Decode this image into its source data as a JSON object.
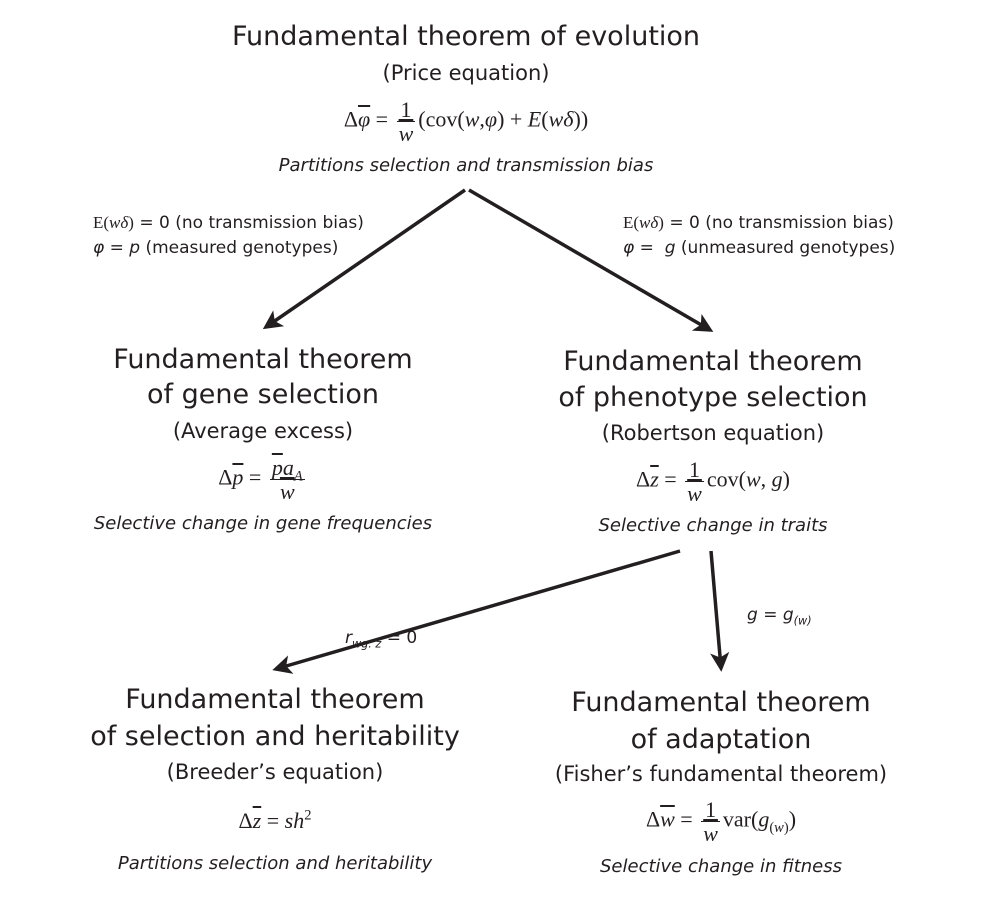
{
  "root": {
    "title": "Fundamental theorem of evolution",
    "subtitle": "(Price equation)",
    "equation": "Δφ̄ = (1/w̄)(cov(w,φ) + E(wδ))",
    "note": "Partitions selection and transmission bias"
  },
  "edge_left": {
    "line1": "E(wδ) = 0 (no transmission bias)",
    "line2": "φ = p (measured genotypes)"
  },
  "edge_right": {
    "line1": "E(wδ) = 0 (no transmission bias)",
    "line2": "φ = g (unmeasured genotypes)"
  },
  "gene": {
    "title_line1": "Fundamental theorem",
    "title_line2": "of gene selection",
    "subtitle": "(Average excess)",
    "equation": "Δp̄ = p̄a_A / w̄",
    "note": "Selective change in gene frequencies"
  },
  "phenotype": {
    "title_line1": "Fundamental theorem",
    "title_line2": "of phenotype selection",
    "subtitle": "(Robertson equation)",
    "equation": "Δz̄ = (1/w̄) cov(w,g)",
    "note": "Selective change in traits"
  },
  "edge_heritability": {
    "label": "r_wg.z = 0"
  },
  "edge_adaptation": {
    "label": "g = g_(w)"
  },
  "heritability": {
    "title_line1": "Fundamental theorem",
    "title_line2": "of selection and heritability",
    "subtitle": "(Breeder’s equation)",
    "equation": "Δz̄ = sh²",
    "note": "Partitions selection and heritability"
  },
  "adaptation": {
    "title_line1": "Fundamental theorem",
    "title_line2": "of adaptation",
    "subtitle": "(Fisher’s fundamental theorem)",
    "equation": "Δw̄ = (1/w̄) var(g_(w))",
    "note": "Selective change in fitness"
  },
  "colors": {
    "text": "#231f20",
    "arrow": "#231f20"
  }
}
